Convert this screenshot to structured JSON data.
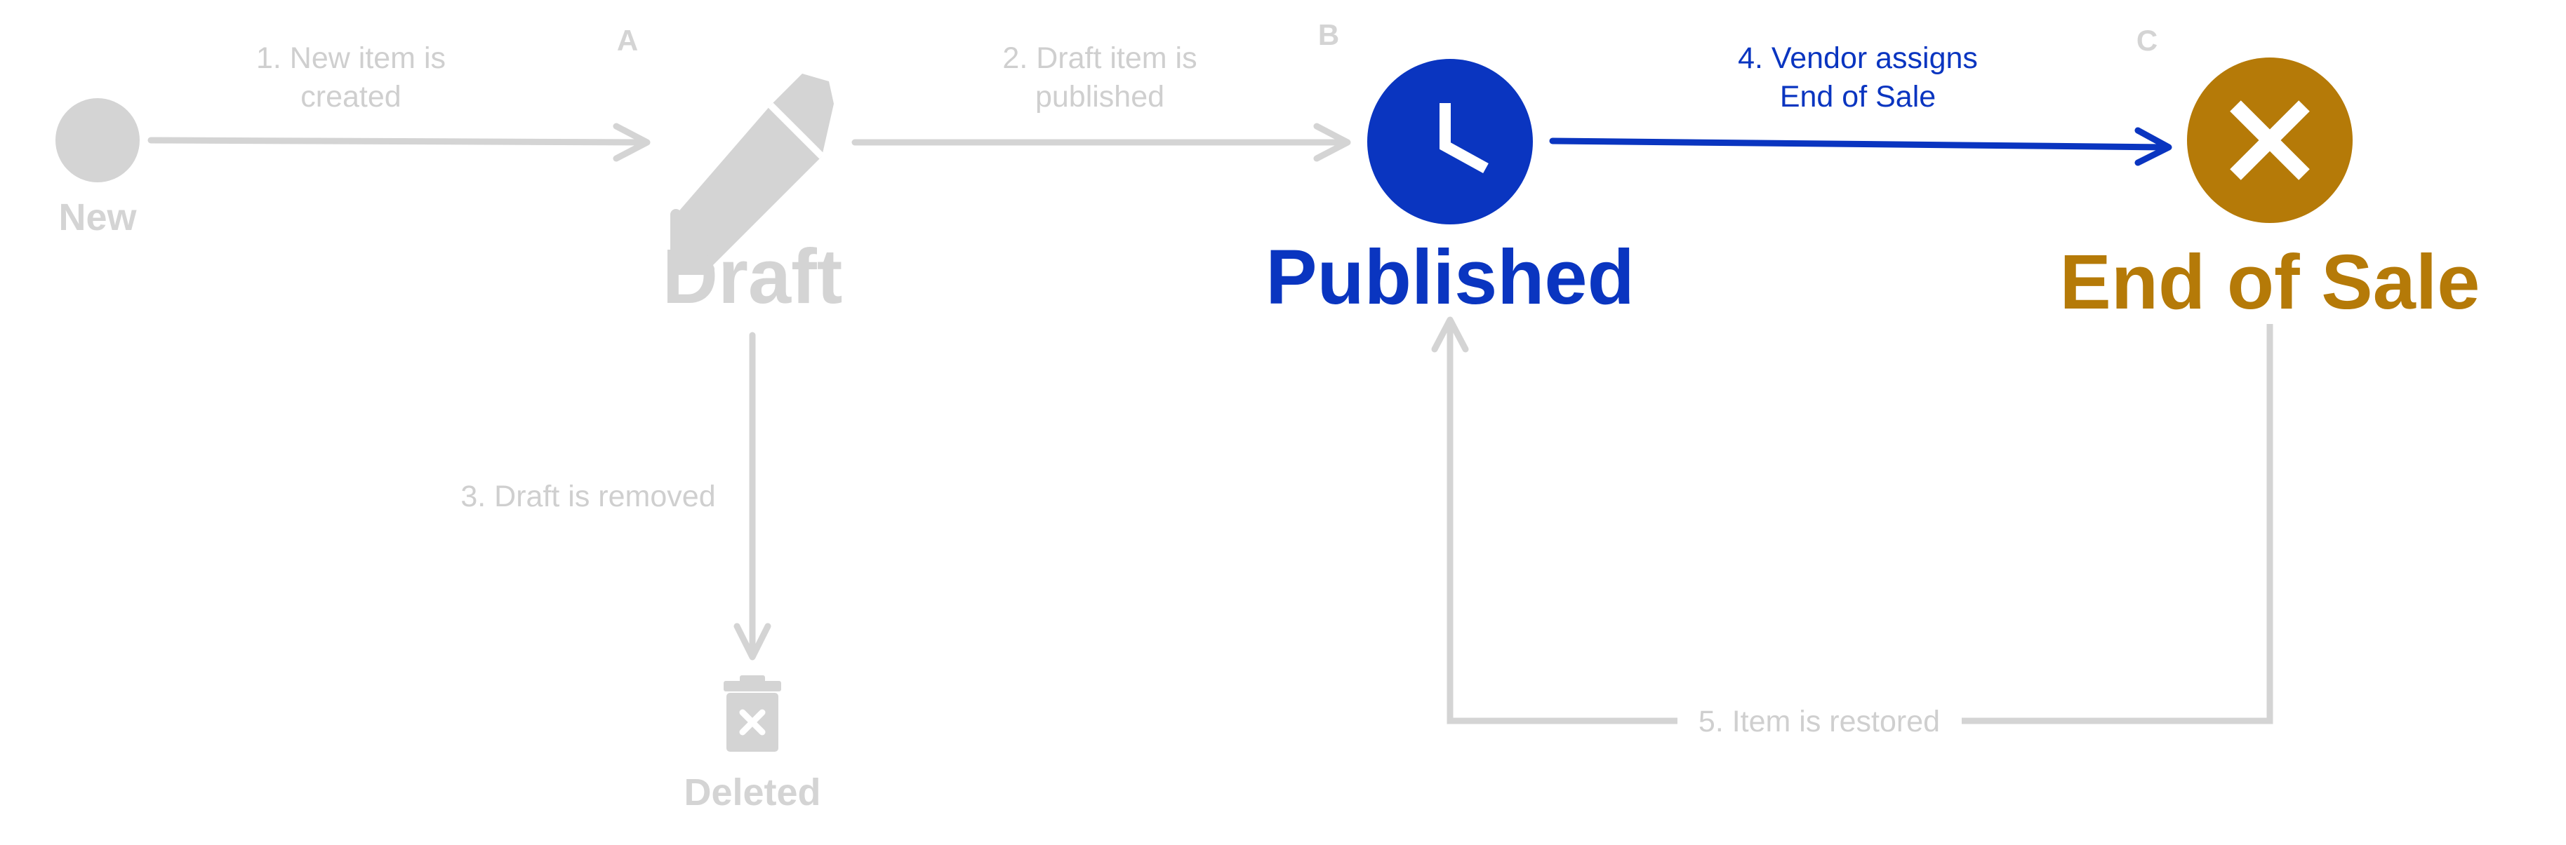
{
  "colors": {
    "inactive": "#d4d4d4",
    "inactive_text": "#cfcfcf",
    "published": "#0a35c0",
    "end_of_sale": "#b57a08",
    "icon_fill": "#ffffff"
  },
  "states": {
    "new": {
      "label": "New",
      "icon": "filled-circle-icon"
    },
    "draft": {
      "label": "Draft",
      "letter": "A",
      "icon": "pencil-icon"
    },
    "published": {
      "label": "Published",
      "letter": "B",
      "icon": "clock-icon"
    },
    "end_of_sale": {
      "label": "End of Sale",
      "letter": "C",
      "icon": "close-x-icon"
    },
    "deleted": {
      "label": "Deleted",
      "icon": "trash-icon"
    }
  },
  "transitions": {
    "t1": {
      "line1": "1. New item is",
      "line2": "created",
      "active": false
    },
    "t2": {
      "line1": "2. Draft item is",
      "line2": "published",
      "active": false
    },
    "t3": {
      "line1": "3. Draft is removed",
      "active": false
    },
    "t4": {
      "line1": "4. Vendor assigns",
      "line2": "End of Sale",
      "active": true
    },
    "t5": {
      "line1": "5. Item is restored",
      "active": false
    }
  }
}
